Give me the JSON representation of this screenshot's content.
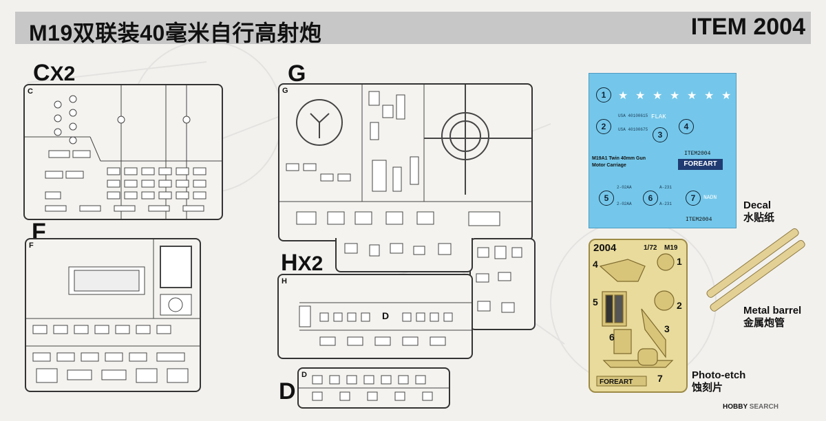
{
  "header": {
    "title": "M19双联装40毫米自行高射炮",
    "item_code": "ITEM 2004"
  },
  "sprues": {
    "c": {
      "letter": "C",
      "qty": "X2",
      "tag": "C"
    },
    "g": {
      "letter": "G",
      "tag": "G"
    },
    "f": {
      "letter": "F",
      "tag": "F"
    },
    "h": {
      "letter": "H",
      "qty": "X2",
      "tag": "H"
    },
    "d": {
      "letter": "D",
      "tag": "D",
      "inner_tag": "D"
    }
  },
  "decal_sheet": {
    "numbers": [
      "1",
      "2",
      "3",
      "4",
      "5",
      "6",
      "7"
    ],
    "flak": "FLAK",
    "serial_1": "USA 40100615",
    "serial_2": "USA 40100675",
    "registration_1": "2-02AA",
    "registration_2": "2-02AA",
    "code_1": "A-231",
    "code_2": "A-231",
    "name": "NADN",
    "line_1": "M19A1 Twin 40mm Gun",
    "line_2": "Motor Carriage",
    "item_top": "ITEM2004",
    "item_bottom": "ITEM2004",
    "logo": "FOREART"
  },
  "photo_etch": {
    "code": "2004",
    "scale": "1/72",
    "model": "M19",
    "logo": "FOREART",
    "part_numbers": [
      "1",
      "2",
      "3",
      "4",
      "5",
      "6",
      "7"
    ]
  },
  "captions": {
    "decal_en": "Decal",
    "decal_cn": "水贴纸",
    "barrel_en": "Metal barrel",
    "barrel_cn": "金属炮管",
    "pe_en": "Photo-etch",
    "pe_cn": "蚀刻片"
  },
  "footer": {
    "brand": "HOBBY",
    "suffix": " SEARCH"
  },
  "colors": {
    "header_bg": "#c7c7c7",
    "decal_bg": "#74c7ea",
    "photo_etch": "#e9db9b",
    "barrel": "#e3d095"
  }
}
